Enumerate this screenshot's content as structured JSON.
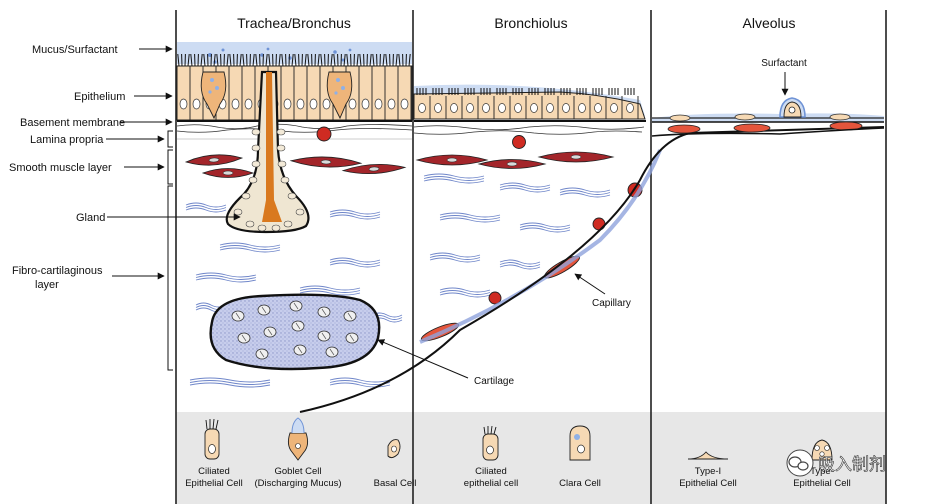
{
  "titles": {
    "trachea": "Trachea/Bronchus",
    "bronchiolus": "Bronchiolus",
    "alveolus": "Alveolus"
  },
  "left_labels": {
    "mucus": "Mucus/Surfactant",
    "epithelium": "Epithelium",
    "basement": "Basement membrane",
    "lamina": "Lamina propria",
    "smooth": "Smooth muscle layer",
    "gland": "Gland",
    "fibro_line1": "Fibro-cartilaginous",
    "fibro_line2": "layer"
  },
  "annotations": {
    "surfactant": "Surfactant",
    "capillary": "Capillary",
    "cartilage": "Cartilage"
  },
  "legend": {
    "ciliated1": [
      "Ciliated",
      "Epithelial Cell"
    ],
    "goblet": [
      "Goblet Cell",
      "(Discharging Mucus)"
    ],
    "basal": [
      "Basal Cell"
    ],
    "ciliated2": [
      "Ciliated",
      "epithelial cell"
    ],
    "clara": [
      "Clara Cell"
    ],
    "type1": [
      "Type-I",
      "Epithelial Cell"
    ],
    "type2": [
      "Type-",
      "Epithelial Cell"
    ]
  },
  "watermark": "吸入制剂",
  "colors": {
    "cell_fill": "#f6d9b4",
    "muscle": "#a3252a",
    "mucus": "#8fb0e6",
    "fiber": "#6f86c9",
    "cartilage": "#c7cdec",
    "gland": "#d9791f",
    "legend_bg": "#e7e7e7"
  }
}
